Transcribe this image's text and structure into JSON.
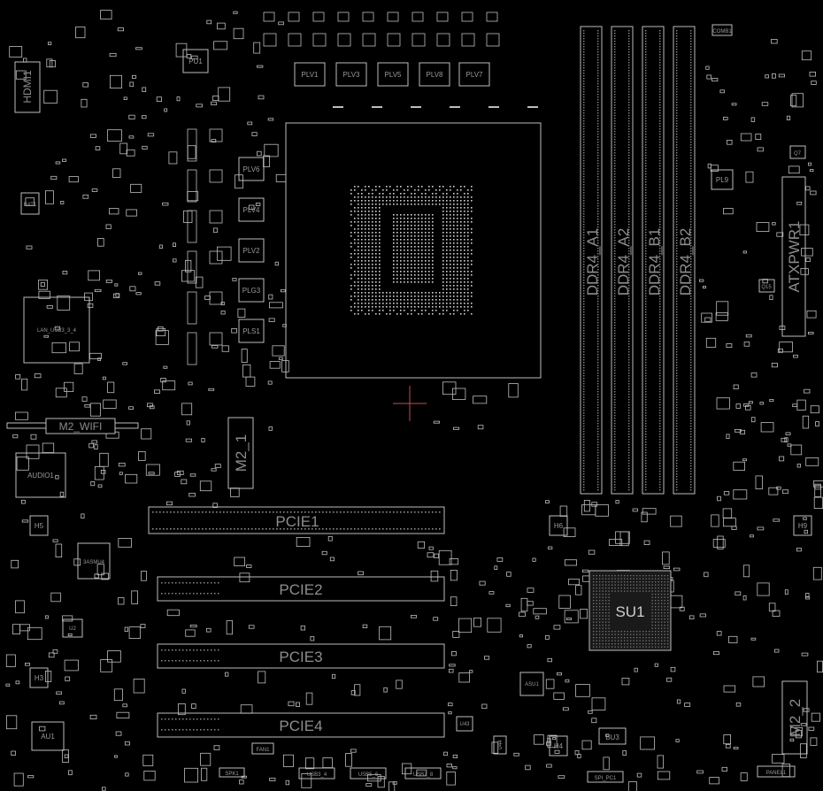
{
  "title": "",
  "colors": {
    "background": "#000000",
    "outline": "#bdbdbd",
    "dim": "#8a8a8a",
    "marker": "#c0504d",
    "pad": "#d0d0d0"
  },
  "labels": {
    "plv1": "PLV1",
    "plv3": "PLV3",
    "plv5": "PLV5",
    "plv8": "PLV8",
    "plv7": "PLV7",
    "plv6": "PLV6",
    "plv4": "PLV4",
    "plv2": "PLV2",
    "plg3": "PLG3",
    "pls1": "PLS1",
    "pu1": "PU1",
    "pl9": "PL9",
    "q7": "Q7",
    "q15": "Q15",
    "ddr4_a1": "DDR4_A1",
    "ddr4_a2": "DDR4_A2",
    "ddr4_b1": "DDR4_B1",
    "ddr4_b2": "DDR4_B2",
    "atxpwr1": "ATXPWR1",
    "hdmi1": "HDMI1",
    "bat1": "BAT1",
    "lan_usb3": "LAN_USB3_3_4",
    "m2_wifi": "M2_WIFI",
    "audio1": "AUDIO1",
    "m2_1": "M2_1",
    "m2_2": "M2_2",
    "pcie1": "PCIE1",
    "pcie2": "PCIE2",
    "pcie3": "PCIE3",
    "pcie4": "PCIE4",
    "h5": "H5",
    "h6": "H6",
    "h9": "H9",
    "h3": "H3",
    "h4": "H4",
    "asmu4": "3ASMU4",
    "u2": "U2",
    "au1": "AU1",
    "asu1": "ASU1",
    "su1": "SU1",
    "bu3": "BU3",
    "u43": "U43",
    "u44": "U44",
    "usb3_4": "USB3_4",
    "usb5_6": "USB5_6",
    "usb7_8": "USB7_8",
    "panel1": "PANEL1",
    "spk1": "SPK1",
    "fan1": "FAN1",
    "comb1": "COMB1",
    "spi_pc1": "SPI_PC1"
  }
}
